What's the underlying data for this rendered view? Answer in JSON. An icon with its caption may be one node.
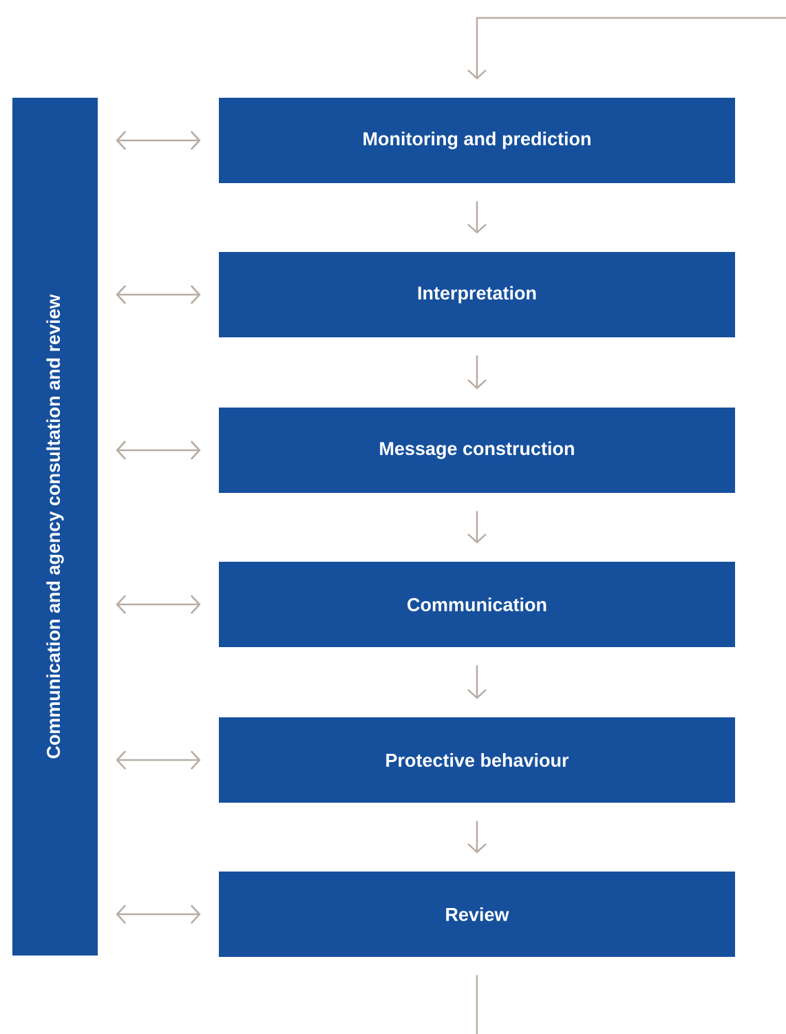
{
  "diagram": {
    "nodes": [
      {
        "text": [
          "Communication and agency consultation and review"
        ]
      },
      {
        "text": [
          "Monitoring and prediction"
        ]
      },
      {
        "text": [
          "Interpretation"
        ]
      },
      {
        "text": [
          "Message construction"
        ]
      },
      {
        "text": [
          "Communication"
        ]
      },
      {
        "text": [
          "Protective behaviour"
        ]
      },
      {
        "text": [
          "Review"
        ]
      }
    ],
    "edges": [
      {
        "from": null,
        "to": 1,
        "arrow": "to"
      },
      {
        "from": 1,
        "to": 2,
        "arrow": "to"
      },
      {
        "from": 2,
        "to": 3,
        "arrow": "to"
      },
      {
        "from": 3,
        "to": 4,
        "arrow": "to"
      },
      {
        "from": 4,
        "to": 5,
        "arrow": "to"
      },
      {
        "from": 5,
        "to": 6,
        "arrow": "to"
      },
      {
        "from": 6,
        "to": null,
        "arrow": "none"
      },
      {
        "from": 0,
        "to": 1,
        "arrow": "both"
      },
      {
        "from": 0,
        "to": 2,
        "arrow": "both"
      },
      {
        "from": 0,
        "to": 3,
        "arrow": "both"
      },
      {
        "from": 0,
        "to": 4,
        "arrow": "both"
      },
      {
        "from": 0,
        "to": 5,
        "arrow": "both"
      },
      {
        "from": 0,
        "to": 6,
        "arrow": "both"
      }
    ]
  }
}
